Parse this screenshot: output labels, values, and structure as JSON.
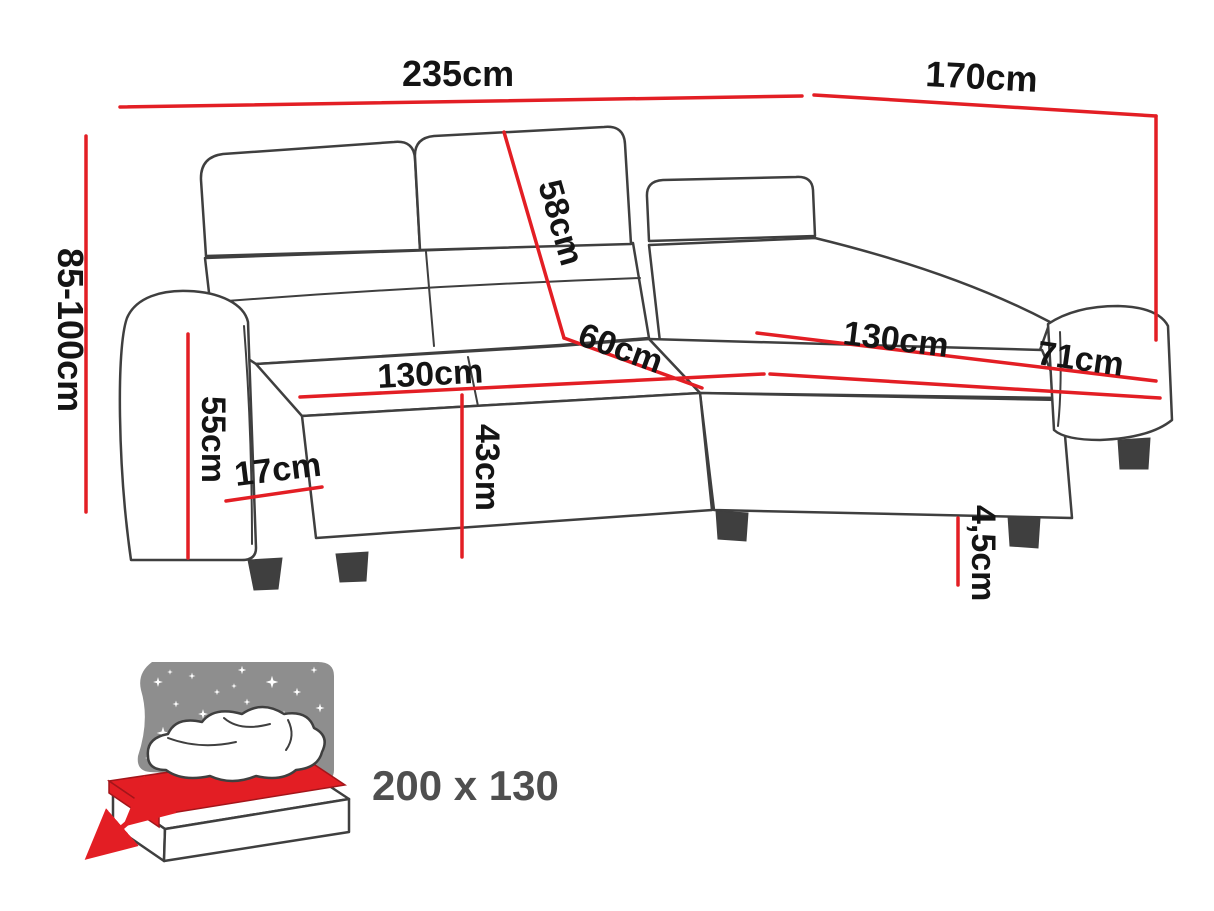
{
  "dimensions": {
    "total_width": "235cm",
    "total_depth": "170cm",
    "height_range": "85-100cm",
    "backrest_height": "58cm",
    "seat_depth": "60cm",
    "seat_width": "130cm",
    "chaise_length": "130cm",
    "chaise_width": "71cm",
    "armrest_height": "55cm",
    "armrest_width": "17cm",
    "seat_height": "43cm",
    "leg_height": "4,5cm"
  },
  "sleeping_function": {
    "bed_size": "200 x 130"
  },
  "colors": {
    "dimension_line": "#e31e24",
    "outline": "#3f3f3f",
    "label_text": "#141414",
    "icon_gray": "#8e8e8e",
    "bed_size_text": "#4f4f4f"
  }
}
